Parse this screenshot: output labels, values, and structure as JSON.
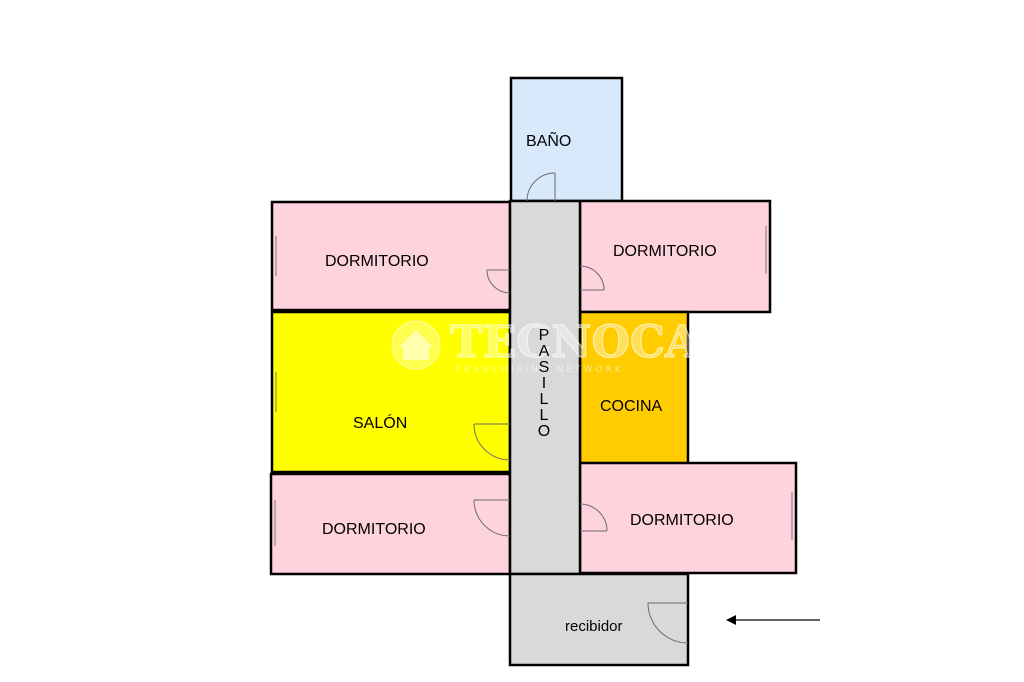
{
  "rooms": {
    "bano": {
      "label": "BAÑO",
      "color": "#d7e9fb"
    },
    "dormitorio_top_left": {
      "label": "DORMITORIO",
      "color": "#ffd3dd"
    },
    "dormitorio_top_right": {
      "label": "DORMITORIO",
      "color": "#ffd3dd"
    },
    "pasillo": {
      "label": "PASILLO",
      "color": "#d9d9d9"
    },
    "salon": {
      "label": "SALÓN",
      "color": "#ffff00"
    },
    "cocina": {
      "label": "COCINA",
      "color": "#ffcc00"
    },
    "dormitorio_bottom_left": {
      "label": "DORMITORIO",
      "color": "#ffd3dd"
    },
    "dormitorio_bottom_right": {
      "label": "DORMITORIO",
      "color": "#ffd3dd"
    },
    "recibidor": {
      "label": "recibidor",
      "color": "#d9d9d9"
    }
  },
  "watermark": {
    "brand": "TECNOCASA",
    "subtitle": "FRANCHISING NETWORK",
    "logo_icon": "house-icon"
  },
  "entrance_icon": "arrow-left-icon"
}
